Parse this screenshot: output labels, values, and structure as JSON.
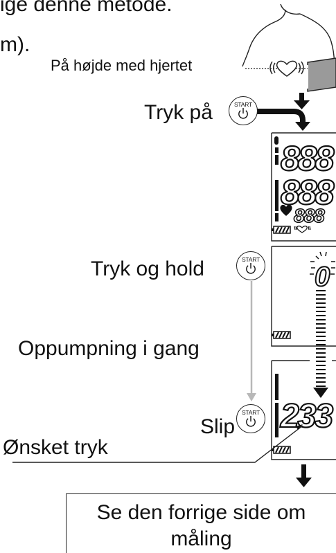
{
  "intro": {
    "line1": "ige denne metode.",
    "line2": "m)."
  },
  "labels": {
    "heart_level": "På højde med hjertet",
    "press": "Tryk på",
    "press_and_hold": "Tryk og hold",
    "inflating": "Oppumpning i gang",
    "release": "Slip",
    "desired_pressure": "Ønsket tryk"
  },
  "start_button": {
    "label": "START",
    "icon": "power-icon"
  },
  "display1": {
    "sys": "888",
    "dia": "888",
    "pulse": "888",
    "bt_icon": "bluetooth-icon",
    "heart_icon": "heart-icon",
    "battery_icon": "battery-icon",
    "irregular_icon": "irregular-heartbeat-icon"
  },
  "display2": {
    "reading": "0",
    "battery_icon": "battery-icon"
  },
  "display3": {
    "reading": "233",
    "battery_icon": "battery-icon"
  },
  "footer": {
    "line1": "Se den forrige side om",
    "line2": "måling"
  },
  "colors": {
    "ink": "#111111",
    "gray_arrow": "#b8b8b8",
    "cuff": "#9a9a9a"
  }
}
